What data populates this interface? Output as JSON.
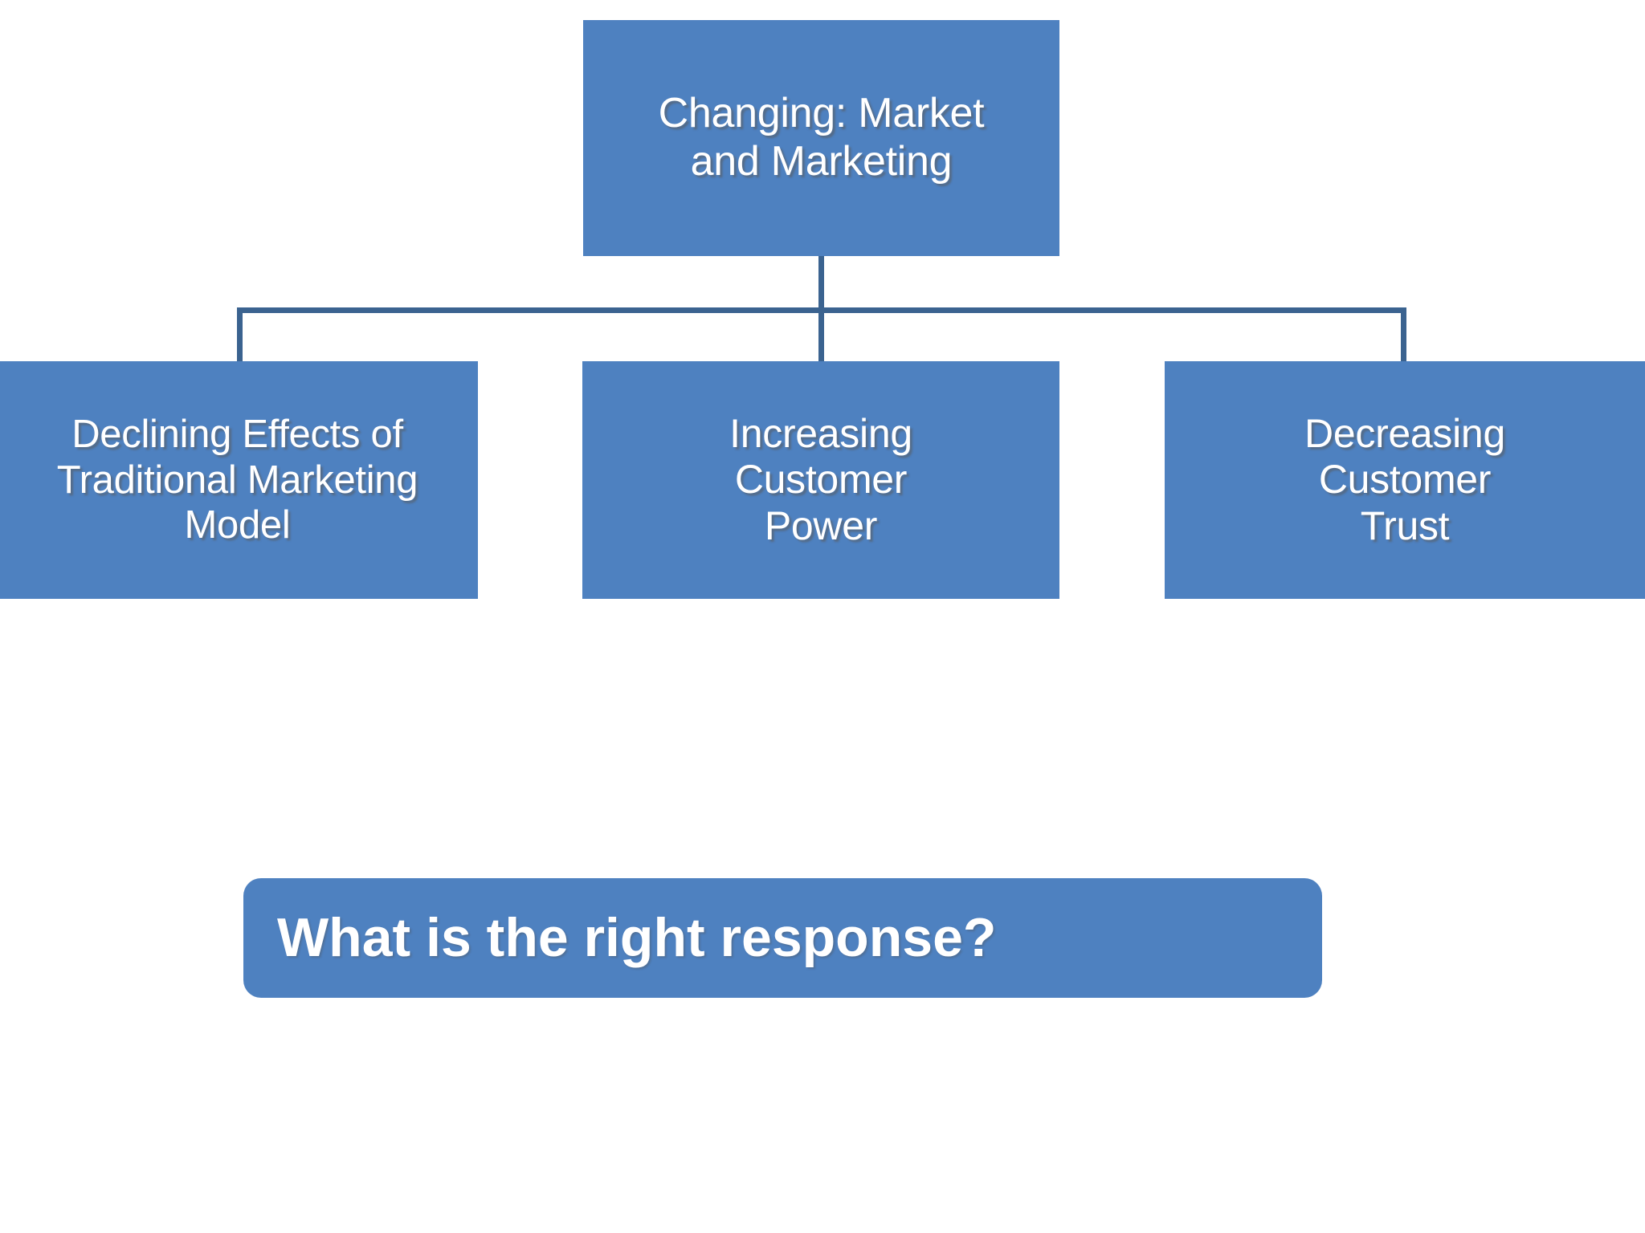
{
  "slide": {
    "background_color": "#FFFFFF",
    "node_fill_color": "#4E81C0",
    "connector_color": "#3B6390",
    "text_color": "#FFFFFF"
  },
  "diagram": {
    "type": "org-chart",
    "root": {
      "id": "changing-market-and-marketing",
      "label": "Changing: Market\nand Marketing"
    },
    "children": [
      {
        "id": "declining-effects-traditional-marketing-model",
        "label": "Declining Effects of\nTraditional Marketing\nModel"
      },
      {
        "id": "increasing-customer-power",
        "label": "Increasing\nCustomer\nPower"
      },
      {
        "id": "decreasing-customer-trust",
        "label": "Decreasing\nCustomer\nTrust"
      }
    ]
  },
  "cta": {
    "label": "What is the right response?"
  }
}
